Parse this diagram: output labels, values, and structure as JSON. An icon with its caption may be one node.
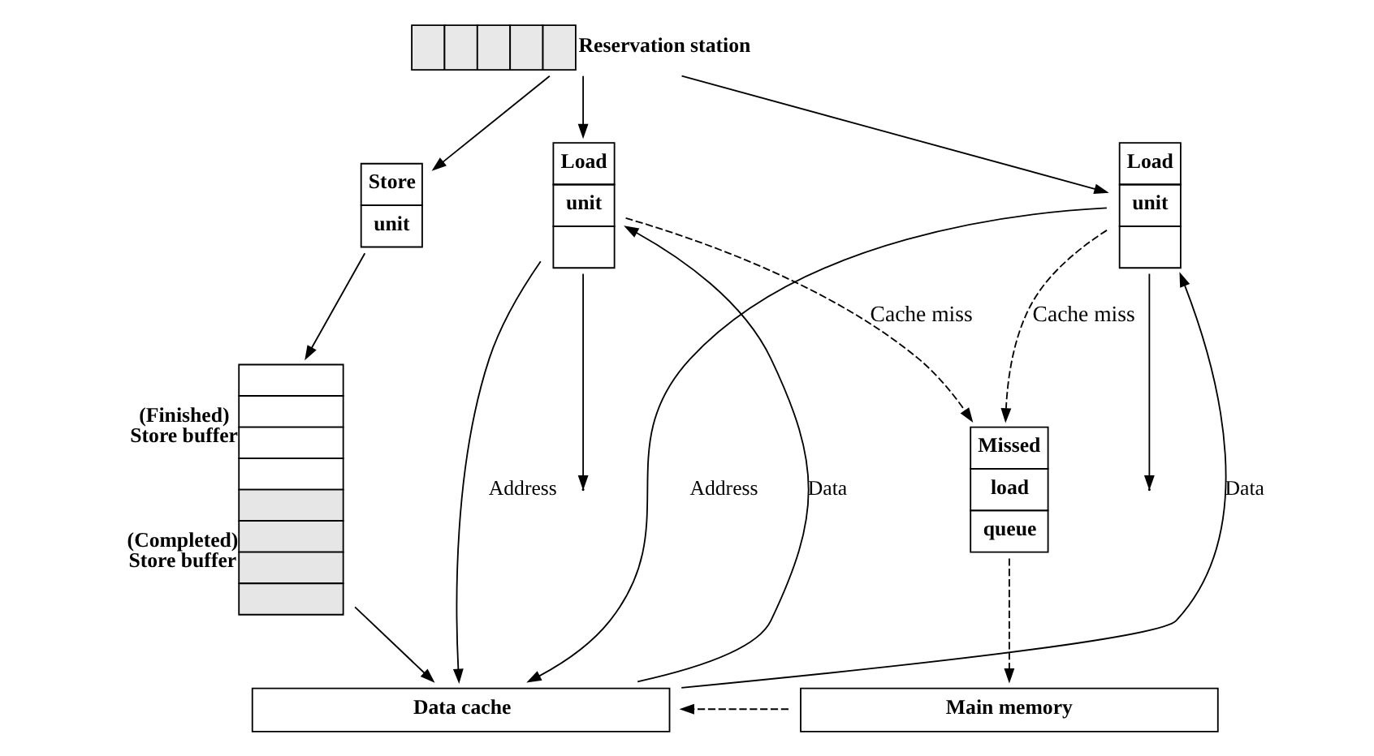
{
  "diagram": {
    "nodes": [
      {
        "text": [
          "Reservation station"
        ]
      },
      {
        "text": [
          "Store unit"
        ]
      },
      {
        "text": [
          "Load unit"
        ]
      },
      {
        "text": [
          "Load unit"
        ]
      },
      {
        "text": [],
        "shape": "box",
        "beside": [
          "(Finished) Store buffer",
          "(Completed) Store buffer"
        ]
      },
      {
        "text": [
          "Missed load queue"
        ]
      },
      {
        "text": [
          "Data cache"
        ]
      },
      {
        "text": [
          "Main memory"
        ]
      }
    ],
    "edges": [
      {
        "from": 0,
        "to": 1,
        "arrow": "to"
      },
      {
        "from": 0,
        "to": 2,
        "arrow": "to"
      },
      {
        "from": 0,
        "to": 3,
        "arrow": "to"
      },
      {
        "from": 1,
        "to": 4,
        "arrow": "to"
      },
      {
        "from": 2,
        "to": null,
        "arrow": "to"
      },
      {
        "from": 3,
        "to": null,
        "arrow": "to"
      },
      {
        "from": 2,
        "to": 6,
        "arrow": "to",
        "label": "Address"
      },
      {
        "from": 6,
        "to": 2,
        "arrow": "to",
        "label": "Data"
      },
      {
        "from": 3,
        "to": 6,
        "arrow": "to",
        "label": "Address"
      },
      {
        "from": 6,
        "to": 3,
        "arrow": "to",
        "label": "Data"
      },
      {
        "from": 2,
        "to": 5,
        "arrow": "to",
        "label": "Cache miss",
        "style": "dashed"
      },
      {
        "from": 3,
        "to": 5,
        "arrow": "to",
        "label": "Cache miss",
        "style": "dashed"
      },
      {
        "from": 4,
        "to": 6,
        "arrow": "to"
      },
      {
        "from": 7,
        "to": 6,
        "arrow": "to",
        "style": "dashed"
      },
      {
        "from": 5,
        "to": 7,
        "arrow": "to",
        "style": "dashed"
      }
    ]
  }
}
